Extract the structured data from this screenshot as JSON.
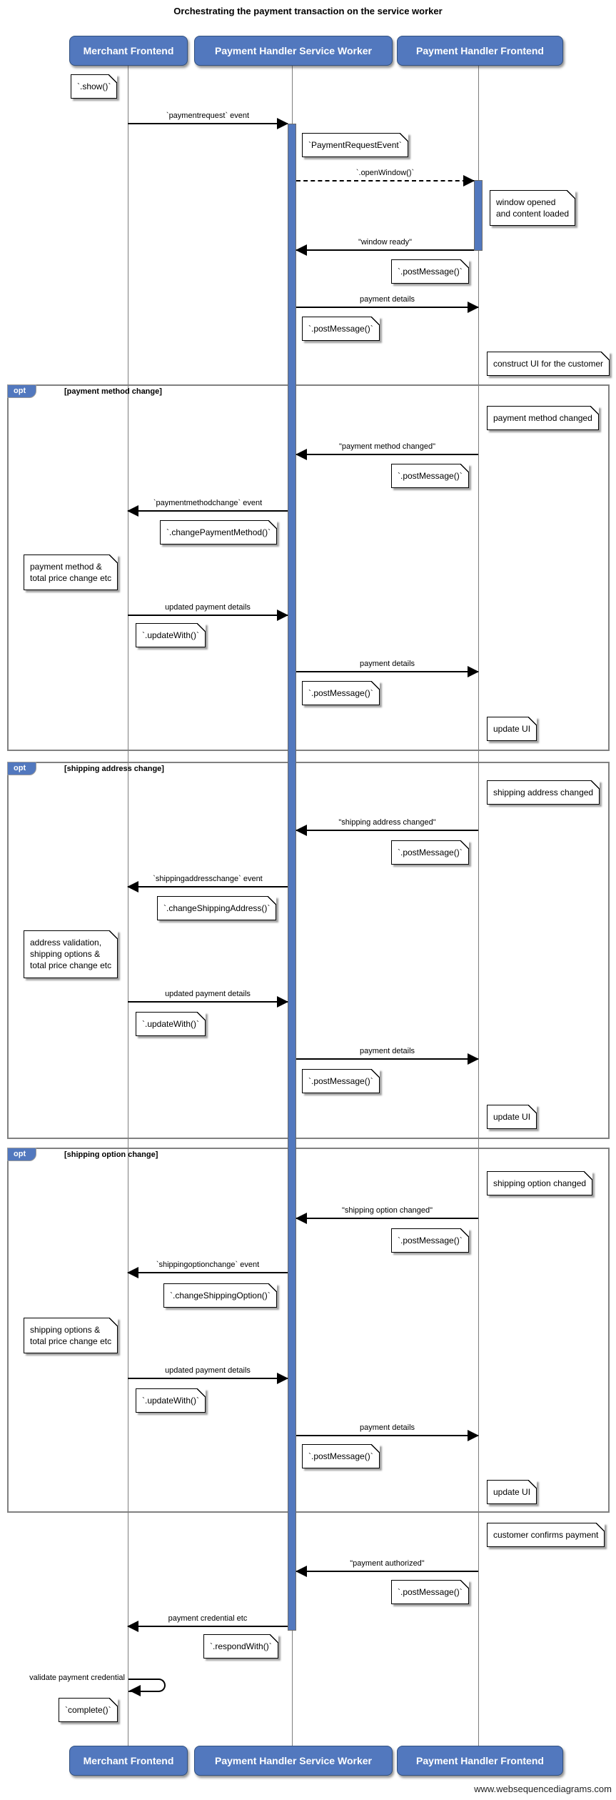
{
  "title": "Orchestrating the payment transaction on the service worker",
  "footer": "www.websequencediagrams.com",
  "participants": [
    {
      "label": "Merchant Frontend"
    },
    {
      "label": "Payment Handler Service Worker"
    },
    {
      "label": "Payment Handler Frontend"
    }
  ],
  "fragments": [
    {
      "keyword": "opt",
      "condition": "[payment method change]"
    },
    {
      "keyword": "opt",
      "condition": "[shipping address change]"
    },
    {
      "keyword": "opt",
      "condition": "[shipping option change]"
    }
  ],
  "messages": [
    {
      "label": "`paymentrequest` event",
      "from": "Merchant Frontend",
      "to": "Payment Handler Service Worker",
      "style": "solid"
    },
    {
      "label": "`.openWindow()`",
      "from": "Payment Handler Service Worker",
      "to": "Payment Handler Frontend",
      "style": "dashed"
    },
    {
      "label": "\"window ready\"",
      "from": "Payment Handler Frontend",
      "to": "Payment Handler Service Worker",
      "style": "solid"
    },
    {
      "label": "payment details",
      "from": "Payment Handler Service Worker",
      "to": "Payment Handler Frontend",
      "style": "solid"
    },
    {
      "label": "\"payment method changed\"",
      "from": "Payment Handler Frontend",
      "to": "Payment Handler Service Worker",
      "style": "solid"
    },
    {
      "label": "`paymentmethodchange` event",
      "from": "Payment Handler Service Worker",
      "to": "Merchant Frontend",
      "style": "solid"
    },
    {
      "label": "updated payment details",
      "from": "Merchant Frontend",
      "to": "Payment Handler Service Worker",
      "style": "solid"
    },
    {
      "label": "payment details",
      "from": "Payment Handler Service Worker",
      "to": "Payment Handler Frontend",
      "style": "solid"
    },
    {
      "label": "\"shipping address changed\"",
      "from": "Payment Handler Frontend",
      "to": "Payment Handler Service Worker",
      "style": "solid"
    },
    {
      "label": "`shippingaddresschange` event",
      "from": "Payment Handler Service Worker",
      "to": "Merchant Frontend",
      "style": "solid"
    },
    {
      "label": "updated payment details",
      "from": "Merchant Frontend",
      "to": "Payment Handler Service Worker",
      "style": "solid"
    },
    {
      "label": "payment details",
      "from": "Payment Handler Service Worker",
      "to": "Payment Handler Frontend",
      "style": "solid"
    },
    {
      "label": "\"shipping option changed\"",
      "from": "Payment Handler Frontend",
      "to": "Payment Handler Service Worker",
      "style": "solid"
    },
    {
      "label": "`shippingoptionchange` event",
      "from": "Payment Handler Service Worker",
      "to": "Merchant Frontend",
      "style": "solid"
    },
    {
      "label": "updated payment details",
      "from": "Merchant Frontend",
      "to": "Payment Handler Service Worker",
      "style": "solid"
    },
    {
      "label": "payment details",
      "from": "Payment Handler Service Worker",
      "to": "Payment Handler Frontend",
      "style": "solid"
    },
    {
      "label": "\"payment authorized\"",
      "from": "Payment Handler Frontend",
      "to": "Payment Handler Service Worker",
      "style": "solid"
    },
    {
      "label": "payment credential etc",
      "from": "Payment Handler Service Worker",
      "to": "Merchant Frontend",
      "style": "solid"
    },
    {
      "label": "validate payment credential",
      "from": "Merchant Frontend",
      "to": "Merchant Frontend",
      "style": "self"
    }
  ],
  "notes": [
    {
      "text": "`.show()`"
    },
    {
      "text": "`PaymentRequestEvent`"
    },
    {
      "text": "window opened\nand content loaded"
    },
    {
      "text": "`.postMessage()`"
    },
    {
      "text": "`.postMessage()`"
    },
    {
      "text": "construct UI for the customer"
    },
    {
      "text": "payment method changed"
    },
    {
      "text": "`.postMessage()`"
    },
    {
      "text": "`.changePaymentMethod()`"
    },
    {
      "text": "payment method &\ntotal price change etc"
    },
    {
      "text": "`.updateWith()`"
    },
    {
      "text": "`.postMessage()`"
    },
    {
      "text": "update UI"
    },
    {
      "text": "shipping address changed"
    },
    {
      "text": "`.postMessage()`"
    },
    {
      "text": "`.changeShippingAddress()`"
    },
    {
      "text": "address validation,\nshipping options &\ntotal price change etc"
    },
    {
      "text": "`.updateWith()`"
    },
    {
      "text": "`.postMessage()`"
    },
    {
      "text": "update UI"
    },
    {
      "text": "shipping option changed"
    },
    {
      "text": "`.postMessage()`"
    },
    {
      "text": "`.changeShippingOption()`"
    },
    {
      "text": "shipping options &\ntotal price change etc"
    },
    {
      "text": "`.updateWith()`"
    },
    {
      "text": "`.postMessage()`"
    },
    {
      "text": "update UI"
    },
    {
      "text": "customer confirms payment"
    },
    {
      "text": "`.postMessage()`"
    },
    {
      "text": "`.respondWith()`"
    },
    {
      "text": "`complete()`"
    }
  ],
  "colors": {
    "participant_fill": "#5278be",
    "activation_fill": "#5278be",
    "fragment_border": "#808080",
    "note_shadow": "#6e6e6e"
  }
}
